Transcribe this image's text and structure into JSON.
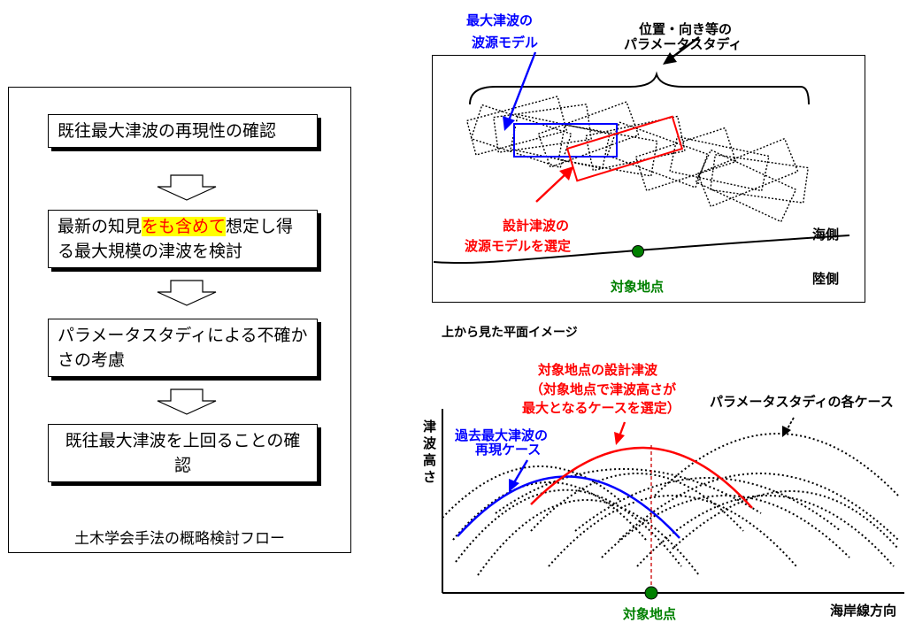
{
  "flow": {
    "box1": "既往最大津波の再現性の確認",
    "box2_pre": "最新の知見",
    "box2_highlight": "をも含めて",
    "box2_post": "想定し得る最大規模の津波を検討",
    "box3": "パラメータスタディによる不確かさの考慮",
    "box4": "既往最大津波を上回ることの確認",
    "caption": "土木学会手法の概略検討フロー"
  },
  "plan": {
    "max_source_label": [
      "最大津波の",
      "波源モデル"
    ],
    "param_study_label": [
      "位置・向き等の",
      "パラメータスタディ"
    ],
    "design_source_label": [
      "設計津波の",
      "波源モデルを選定"
    ],
    "sea_side": "海側",
    "land_side": "陸側",
    "target_point": "対象地点",
    "caption": "上から見た平面イメージ"
  },
  "graph": {
    "design_tsunami_label": [
      "対象地点の設計津波",
      "（対象地点で津波高さが",
      "最大となるケースを選定）"
    ],
    "each_case_label": "パラメータスタディの各ケース",
    "past_max_label": [
      "過去最大津波の",
      "再現ケース"
    ],
    "ylabel": "津波高さ",
    "xlabel": "海岸線方向",
    "target_point": "対象地点"
  },
  "colors": {
    "blue": "#0000ff",
    "red": "#ff0000",
    "green": "#008000",
    "highlight": "#ffff00"
  }
}
